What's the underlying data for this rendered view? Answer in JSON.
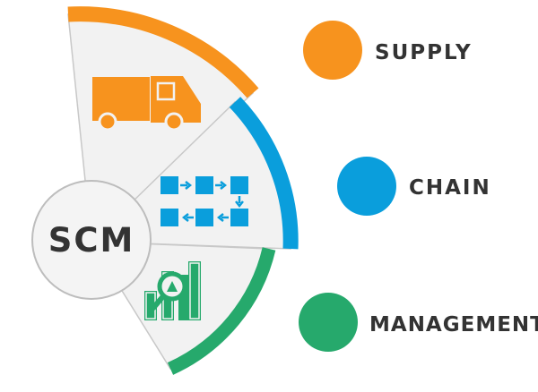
{
  "center": {
    "label": "SCM"
  },
  "segments": [
    {
      "id": "supply",
      "label": "SUPPLY",
      "color": "#F7931E",
      "icon": "delivery-truck-icon"
    },
    {
      "id": "chain",
      "label": "CHAIN",
      "color": "#0A9EDC",
      "icon": "process-flow-icon"
    },
    {
      "id": "management",
      "label": "MANAGEMENT",
      "color": "#26A96C",
      "icon": "analytics-chart-icon"
    }
  ],
  "colors": {
    "segment_fill": "#F2F2F2",
    "segment_stroke": "#C8C8C8",
    "text": "#333333"
  }
}
